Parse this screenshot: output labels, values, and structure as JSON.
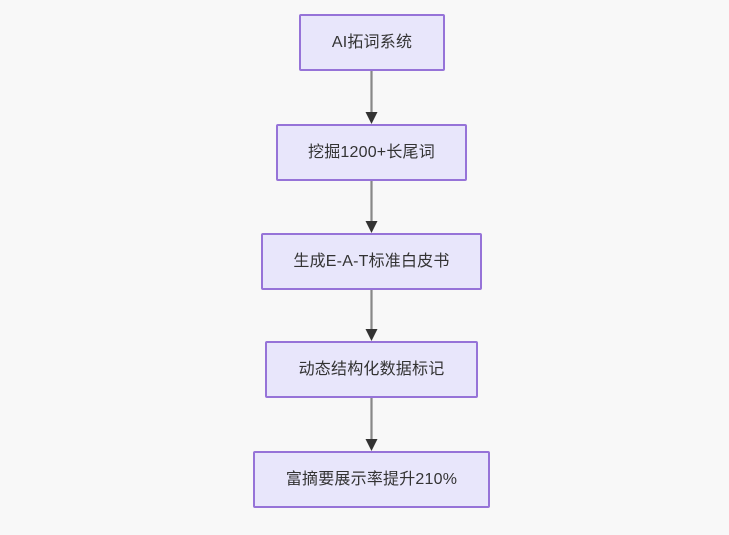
{
  "diagram": {
    "type": "flowchart",
    "direction": "top-to-bottom",
    "background_color": "#f8f8f8",
    "node_fill_color": "#e8e6fb",
    "node_border_color": "#9673d8",
    "node_text_color": "#333333",
    "edge_line_color": "#888888",
    "edge_arrow_color": "#333333",
    "nodes": [
      {
        "id": "n1",
        "label": "AI拓词系统"
      },
      {
        "id": "n2",
        "label": "挖掘1200+长尾词"
      },
      {
        "id": "n3",
        "label": "生成E-A-T标准白皮书"
      },
      {
        "id": "n4",
        "label": "动态结构化数据标记"
      },
      {
        "id": "n5",
        "label": "富摘要展示率提升210%"
      }
    ],
    "edges": [
      {
        "from": "n1",
        "to": "n2",
        "arrow": "arrow-down-icon"
      },
      {
        "from": "n2",
        "to": "n3",
        "arrow": "arrow-down-icon"
      },
      {
        "from": "n3",
        "to": "n4",
        "arrow": "arrow-down-icon"
      },
      {
        "from": "n4",
        "to": "n5",
        "arrow": "arrow-down-icon"
      }
    ]
  }
}
